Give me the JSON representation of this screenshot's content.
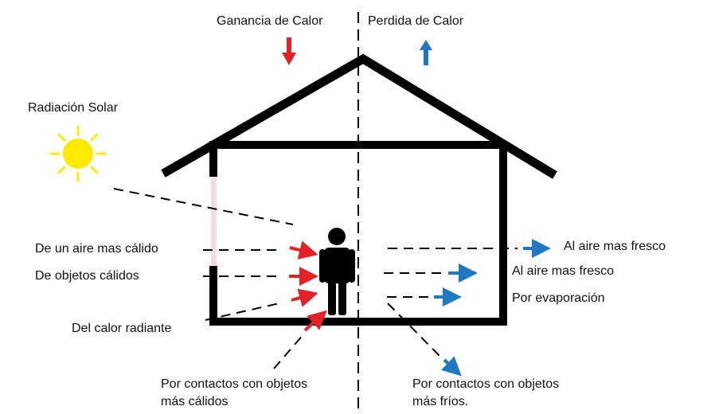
{
  "header": {
    "gain_label": "Ganancia de Calor",
    "loss_label": "Perdida de Calor"
  },
  "sun": {
    "label": "Radiación Solar"
  },
  "gains": {
    "warm_air": "De un aire mas cálido",
    "warm_objects": "De objetos cálidos",
    "radiant": "Del calor radiante",
    "contact_line1": "Por contactos con objetos",
    "contact_line2": "más cálidos"
  },
  "losses": {
    "cool_air_outer": "Al aire mas fresco",
    "cool_air_inner": "Al aire mas fresco",
    "evaporation": "Por evaporación",
    "contact_line1": "Por contactos con objetos",
    "contact_line2": "más fríos."
  },
  "colors": {
    "gain": "#e32227",
    "loss": "#1f78c1",
    "sun": "#ffea00",
    "outline": "#000000",
    "window": "#f1dcdc"
  },
  "icons": [
    "arrow-down-icon",
    "arrow-up-icon",
    "sun-icon",
    "person-icon"
  ]
}
